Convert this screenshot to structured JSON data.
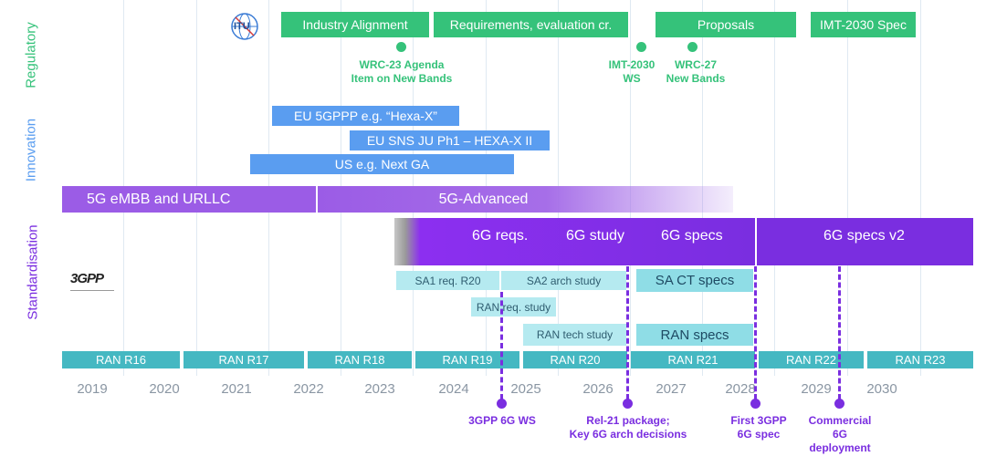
{
  "side_labels": {
    "regulatory": "Regulatory",
    "innovation": "Innovation",
    "standardisation": "Standardisation"
  },
  "colors": {
    "regulatory": "#35c27a",
    "innovation": "#5a9df0",
    "standardisation": "#7a2ee0",
    "release": "#45b8c2"
  },
  "logos": {
    "itu": "ITU",
    "three_gpp": "3GPP"
  },
  "regulatory": {
    "bars": [
      "Industry Alignment",
      "Requirements, evaluation cr.",
      "Proposals",
      "IMT-2030 Spec"
    ],
    "milestones": [
      "WRC-23 Agenda\nItem on New Bands",
      "IMT-2030\nWS",
      "WRC-27\nNew Bands"
    ]
  },
  "innovation": {
    "bars": [
      "EU 5GPPP e.g. “Hexa-X”",
      "EU SNS JU Ph1 – HEXA-X II",
      "US e.g. Next GA"
    ]
  },
  "generations": {
    "g5": "5G eMBB and URLLC",
    "g5a": "5G-Advanced"
  },
  "phases6g": {
    "reqs": "6G reqs.",
    "study": "6G study",
    "specs": "6G specs",
    "specs_v2": "6G specs v2"
  },
  "groups": {
    "sa1": "SA1 req. R20",
    "sa2": "SA2 arch study",
    "sact": "SA CT specs",
    "ran_req": "RAN req. study",
    "ran_tech": "RAN tech study",
    "ran_specs": "RAN specs"
  },
  "releases": [
    "RAN R16",
    "RAN R17",
    "RAN R18",
    "RAN R19",
    "RAN R20",
    "RAN R21",
    "RAN R22",
    "RAN R23"
  ],
  "years": [
    "2019",
    "2020",
    "2021",
    "2022",
    "2023",
    "2024",
    "2025",
    "2026",
    "2027",
    "2028",
    "2029",
    "2030"
  ],
  "milestones_std": [
    "3GPP 6G WS",
    "Rel-21 package;\nKey 6G arch decisions",
    "First 3GPP\n6G spec",
    "Commercial\n6G\ndeployment"
  ]
}
